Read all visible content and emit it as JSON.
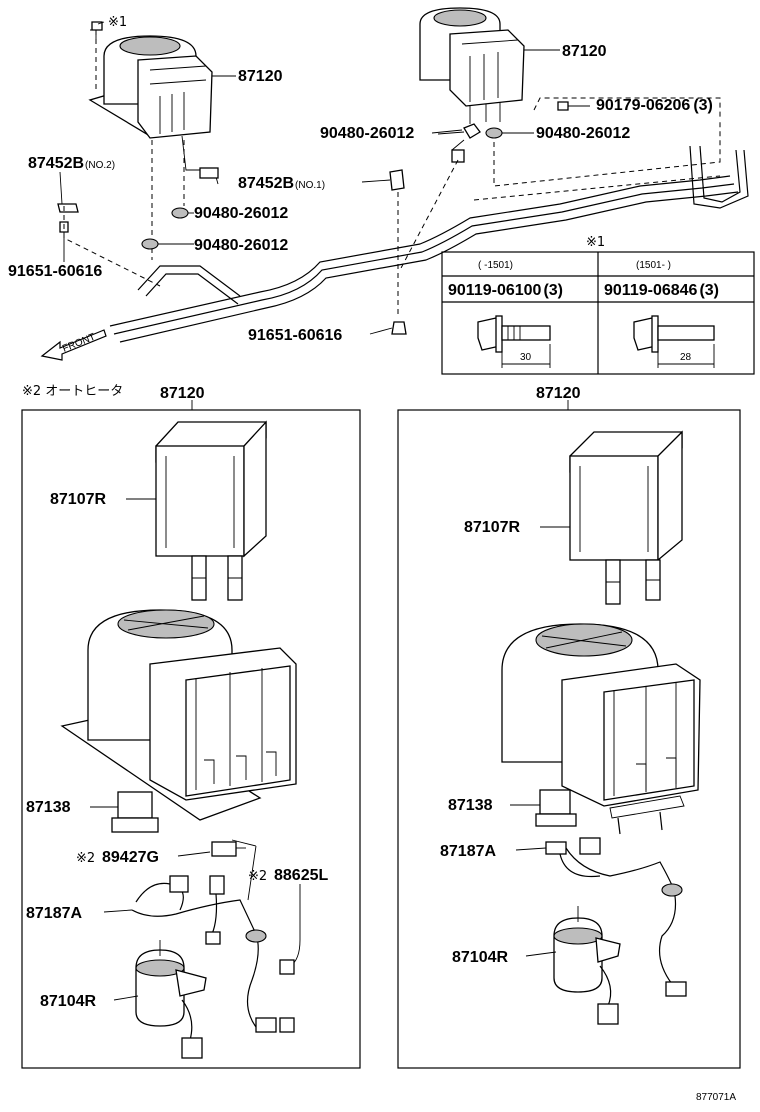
{
  "footer_code": "877071A",
  "top": {
    "unit_left": "87120",
    "unit_right": "87120",
    "bolt_note": "※1",
    "grommet_a": "90480-26012",
    "grommet_b": "90480-26012",
    "grommet_c": "90480-26012",
    "grommet_d": "90480-26012",
    "clip_screw": "90179-06206",
    "clip_screw_qty": "(3)",
    "bracket_no2": "87452B",
    "bracket_no2_tag": "(NO.2)",
    "bracket_no1": "87452B",
    "bracket_no1_tag": "(NO.1)",
    "bolt_left": "91651-60616",
    "bolt_bottom": "91651-60616",
    "front_label": "FRONT"
  },
  "bolt_table": {
    "note": "※1",
    "col1_period": "(      -1501)",
    "col2_period": "(1501-      )",
    "col1_part": "90119-06100",
    "col1_qty": "(3)",
    "col2_part": "90119-06846",
    "col2_qty": "(3)",
    "col1_length": "30",
    "col2_length": "28"
  },
  "panel_left": {
    "note": "※2 オートヒータ",
    "title": "87120",
    "core": "87107R",
    "resistor": "87138",
    "amp_note": "※2",
    "amp": "89427G",
    "sensor_note": "※2",
    "sensor": "88625L",
    "harness": "87187A",
    "motor": "87104R"
  },
  "panel_right": {
    "title": "87120",
    "core": "87107R",
    "resistor": "87138",
    "harness": "87187A",
    "motor": "87104R"
  }
}
